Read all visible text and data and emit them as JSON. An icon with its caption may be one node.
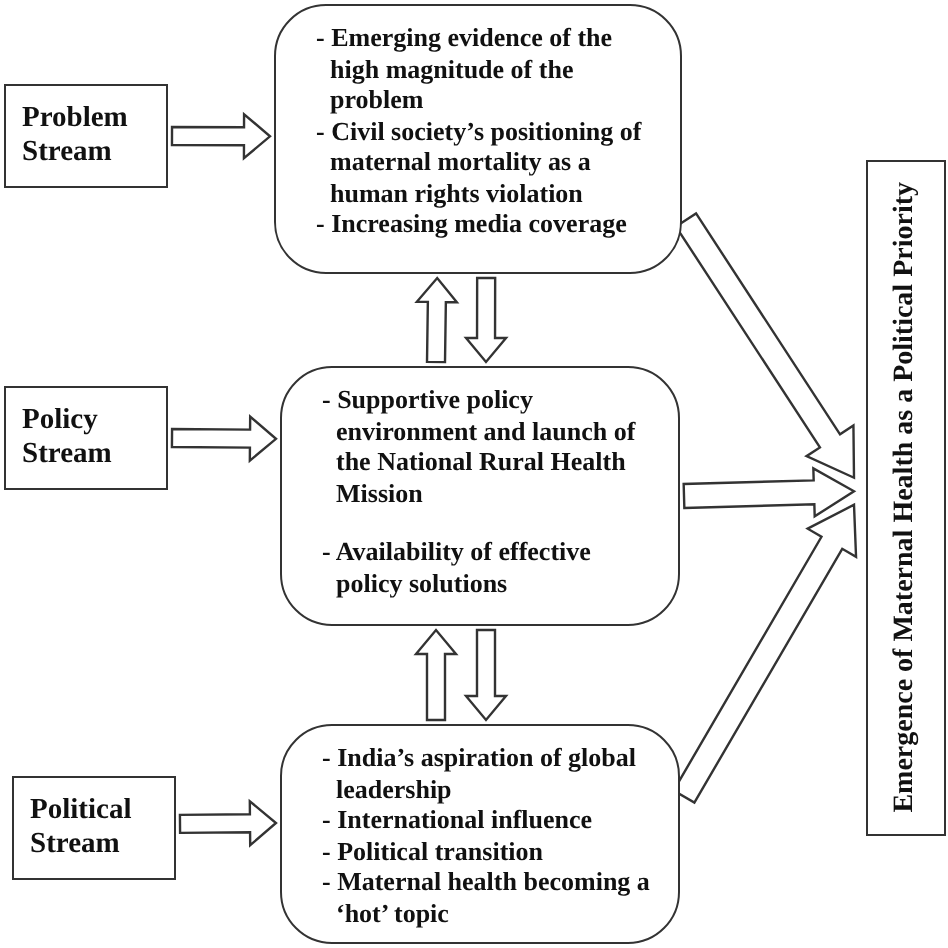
{
  "diagram": {
    "nodes": [
      {
        "text": [
          "Problem Stream"
        ]
      },
      {
        "text": [
          "- Emerging evidence of the high magnitude of the problem",
          "- Civil society’s positioning of maternal mortality as a human rights violation",
          "- Increasing media coverage"
        ]
      },
      {
        "text": [
          "Policy Stream"
        ]
      },
      {
        "text": [
          "- Supportive policy environment and launch of the National Rural Health Mission",
          "- Availability of effective policy solutions"
        ]
      },
      {
        "text": [
          "Political Stream"
        ]
      },
      {
        "text": [
          "- India’s aspiration of global leadership",
          "- International influence",
          "- Political transition",
          "- Maternal health becoming a ‘hot’ topic"
        ]
      },
      {
        "text": [
          "Emergence of Maternal Health as a Political Priority"
        ]
      }
    ],
    "edges": [
      {
        "from": 0,
        "to": 1,
        "arrow": "to"
      },
      {
        "from": 2,
        "to": 3,
        "arrow": "to"
      },
      {
        "from": 4,
        "to": 5,
        "arrow": "to"
      },
      {
        "from": 3,
        "to": 1,
        "arrow": "to"
      },
      {
        "from": 1,
        "to": 3,
        "arrow": "to"
      },
      {
        "from": 5,
        "to": 3,
        "arrow": "to"
      },
      {
        "from": 3,
        "to": 5,
        "arrow": "to"
      },
      {
        "from": 1,
        "to": 6,
        "arrow": "to"
      },
      {
        "from": 3,
        "to": 6,
        "arrow": "to"
      },
      {
        "from": 5,
        "to": 6,
        "arrow": "to"
      }
    ]
  }
}
